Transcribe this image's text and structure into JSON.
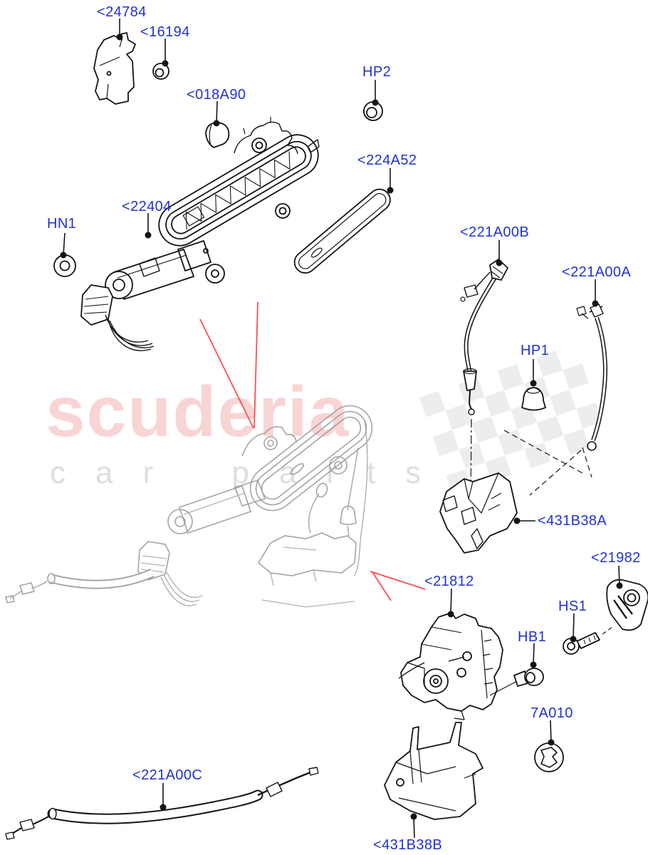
{
  "page": {
    "background": "#ffffff",
    "kind": "exploded-parts-diagram"
  },
  "watermark": {
    "line1": "scuderia",
    "line2": "car parts",
    "line1_color": "#f9d4d4",
    "line2_color": "#dedede"
  },
  "diagram": {
    "label_color": "#2233cc",
    "line_color": "#141414",
    "ghost_color": "#9a9a9a",
    "arrow_color": "#ff4d4d",
    "checker_color": "#e2e2e2",
    "labels": [
      {
        "id": "24784",
        "text": "<24784"
      },
      {
        "id": "16194",
        "text": "<16194"
      },
      {
        "id": "018A90",
        "text": "<018A90"
      },
      {
        "id": "HP2",
        "text": "HP2"
      },
      {
        "id": "224A52",
        "text": "<224A52"
      },
      {
        "id": "22404",
        "text": "<22404"
      },
      {
        "id": "HN1",
        "text": "HN1"
      },
      {
        "id": "221A00B",
        "text": "<221A00B"
      },
      {
        "id": "221A00A",
        "text": "<221A00A"
      },
      {
        "id": "HP1",
        "text": "HP1"
      },
      {
        "id": "431B38A",
        "text": "<431B38A"
      },
      {
        "id": "21982",
        "text": "<21982"
      },
      {
        "id": "21812",
        "text": "<21812"
      },
      {
        "id": "HS1",
        "text": "HS1"
      },
      {
        "id": "HB1",
        "text": "HB1"
      },
      {
        "id": "7A010",
        "text": "7A010"
      },
      {
        "id": "431B38B",
        "text": "<431B38B"
      },
      {
        "id": "221A00C",
        "text": "<221A00C"
      }
    ]
  }
}
